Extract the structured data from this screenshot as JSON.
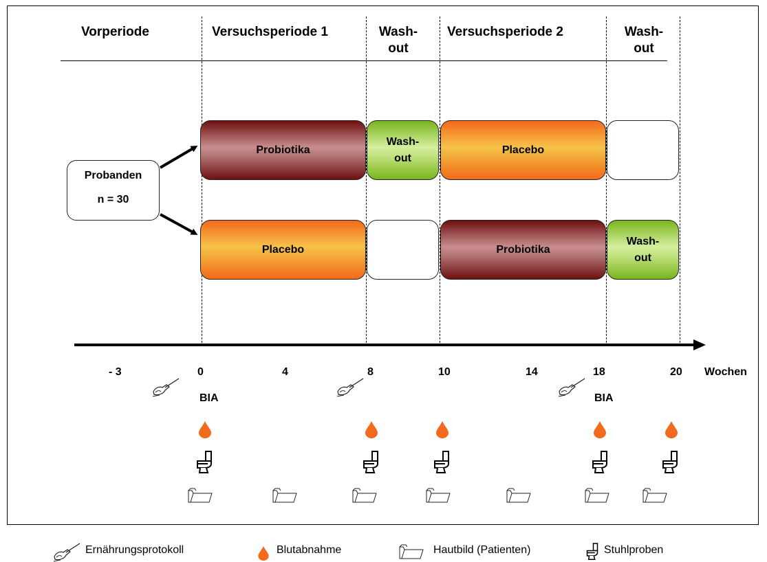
{
  "phases": {
    "vorperiode": "Vorperiode",
    "versuch1": "Versuchsperiode 1",
    "washout1": "Wash-\nout",
    "versuch2": "Versuchsperiode 2",
    "washout2": "Wash-\nout"
  },
  "probanden": {
    "title": "Probanden",
    "count": "n = 30"
  },
  "group_a": {
    "period1": "Probiotika",
    "washout": "Wash-\nout",
    "period2": "Placebo",
    "washout2": ""
  },
  "group_b": {
    "period1": "Placebo",
    "washout": "",
    "period2": "Probiotika",
    "washout2": "Wash-\nout"
  },
  "timeline": {
    "weeks": [
      "- 3",
      "0",
      "4",
      "8",
      "10",
      "14",
      "18",
      "20"
    ],
    "unit": "Wochen",
    "bia_label_1": "BIA",
    "bia_label_2": "BIA"
  },
  "legend": {
    "protokoll": "Ernährungsprotokoll",
    "blut": "Blutabnahme",
    "haut": "Hautbild (Patienten)",
    "stuhl": "Stuhlproben"
  },
  "colors": {
    "probiotika": "#8b2a2a",
    "placebo": "#f58a2b",
    "washout": "#9bcf45",
    "drop": "#f26a1b"
  },
  "icons": {
    "protokoll": "writing-hand-icon",
    "blut": "blood-drop-icon",
    "haut": "folder-icon",
    "stuhl": "toilet-icon"
  }
}
